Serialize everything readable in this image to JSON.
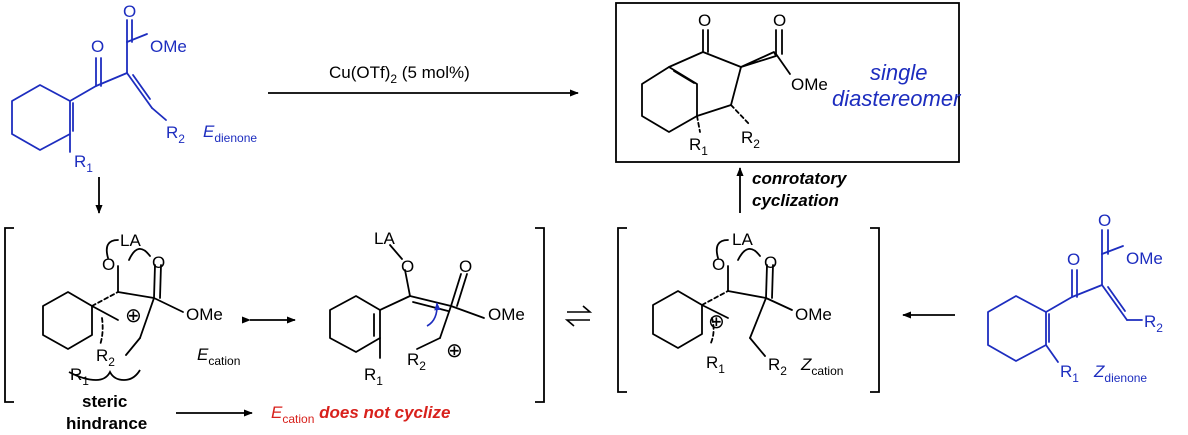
{
  "colors": {
    "black": "#000000",
    "blue": "#1d2dbf",
    "red": "#d8211c"
  },
  "reaction": {
    "reagent_main": "Cu(OTf)",
    "reagent_sub": "2",
    "reagent_tail": " (5 mol%)"
  },
  "labels": {
    "o": "O",
    "ome": "OMe",
    "la": "LA",
    "r": "R",
    "one": "1",
    "two": "2",
    "plus": "⊕"
  },
  "e_dienone": {
    "main": "E",
    "sub": "dienone"
  },
  "z_dienone": {
    "main": "Z",
    "sub": "dienone"
  },
  "e_cation": {
    "main": "E",
    "sub": "cation"
  },
  "z_cation": {
    "main": "Z",
    "sub": "cation"
  },
  "product": {
    "line1": "single",
    "line2": "diastereomer"
  },
  "step": {
    "line1": "conrotatory",
    "line2": "cyclization"
  },
  "steric": {
    "line1": "steric",
    "line2": "hindrance"
  },
  "failure": {
    "main": "E",
    "sub": "cation",
    "tail": " does not cyclize"
  }
}
